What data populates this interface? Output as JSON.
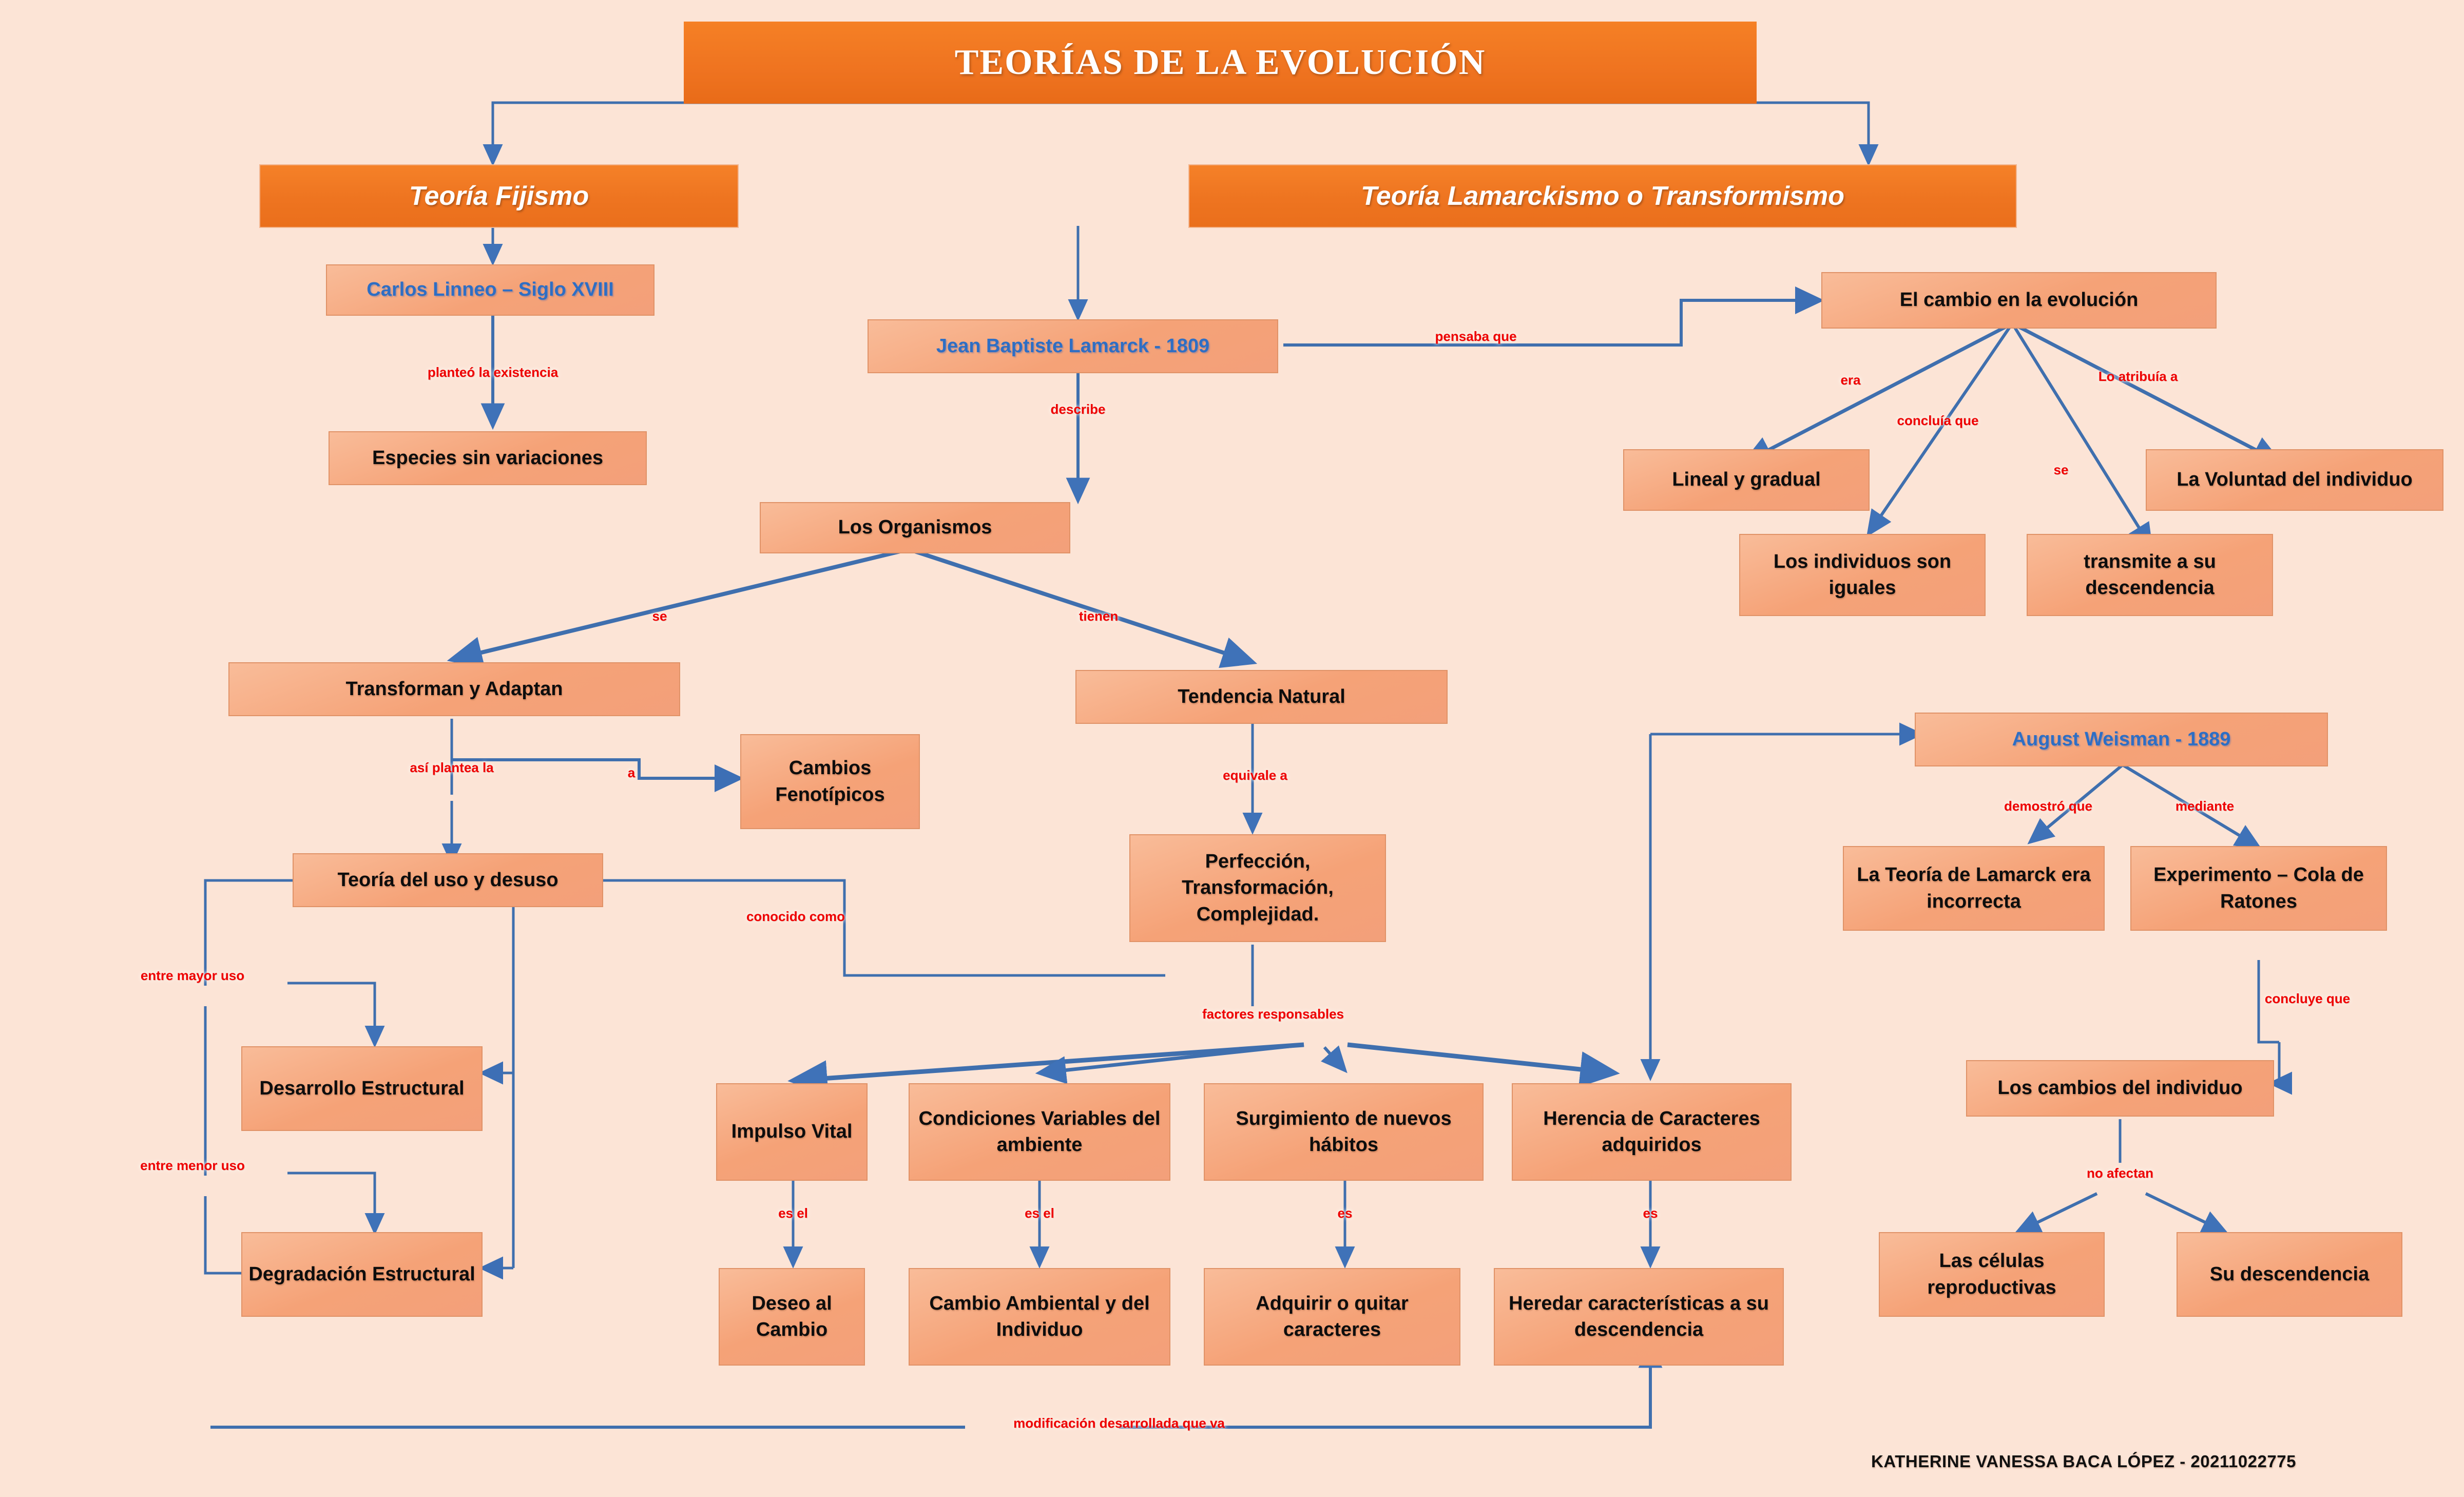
{
  "title": "TEORÍAS DE LA EVOLUCIÓN",
  "theories": {
    "fijismo": "Teoría Fijismo",
    "lamarckismo": "Teoría Lamarckismo o Transformismo"
  },
  "nodes": {
    "carlos_linneo": "Carlos Linneo – Siglo XVIII",
    "especies_sin_variaciones": "Especies sin variaciones",
    "lamarck": "Jean Baptiste Lamarck - 1809",
    "cambio_evolucion": "El cambio en la evolución",
    "lineal_gradual": "Lineal y gradual",
    "individuos_iguales": "Los individuos son iguales",
    "transmite_descendencia": "transmite a su descendencia",
    "voluntad_individuo": "La Voluntad del individuo",
    "los_organismos": "Los Organismos",
    "transforman_adaptan": "Transforman y Adaptan",
    "cambios_fenotipicos": "Cambios Fenotípicos",
    "tendencia_natural": "Tendencia Natural",
    "perfeccion": "Perfección, Transformación, Complejidad.",
    "teoria_uso_desuso": "Teoría del uso y desuso",
    "desarrollo_estructural": "Desarrollo Estructural",
    "degradacion_estructural": "Degradación Estructural",
    "impulso_vital": "Impulso Vital",
    "condiciones_variables": "Condiciones Variables del ambiente",
    "surgimiento_habitos": "Surgimiento de nuevos hábitos",
    "herencia_caracteres": "Herencia de Caracteres adquiridos",
    "deseo_cambio": "Deseo al Cambio",
    "cambio_ambiental": "Cambio Ambiental y del Individuo",
    "adquirir_quitar": "Adquirir o quitar caracteres",
    "heredar_caracteristicas": "Heredar características a su descendencia",
    "weisman": "August Weisman - 1889",
    "lamarck_incorrecta": "La Teoría de Lamarck era incorrecta",
    "experimento_ratones": "Experimento – Cola de Ratones",
    "cambios_individuo": "Los cambios del individuo",
    "celulas_reproductivas": "Las células reproductivas",
    "su_descendencia": "Su descendencia"
  },
  "connector_labels": {
    "planteo_existencia": "planteó la existencia",
    "pensaba_que": "pensaba que",
    "describe": "describe",
    "era": "era",
    "concluia_que": "concluía que",
    "se_transmite": "se",
    "lo_atribuia_a": "Lo atribuía a",
    "se": "se",
    "tienen": "tienen",
    "asi_plantea_la": "así plantea la",
    "a": "a",
    "equivale_a": "equivale a",
    "conocido_como": "conocido como",
    "entre_mayor_uso": "entre mayor uso",
    "entre_menor_uso": "entre menor uso",
    "factores_responsables": "factores responsables",
    "es_el_1": "es el",
    "es_el_2": "es el",
    "es_1": "es",
    "es_2": "es",
    "demostro_que": "demostró que",
    "mediante": "mediante",
    "concluye_que": "concluye que",
    "no_afectan": "no afectan",
    "modificacion_desarrollada": "modificación desarrollada que va"
  },
  "credit": "KATHERINE VANESSA BACA LÓPEZ - 20211022775",
  "colors": {
    "background": "#fce4d6",
    "node_fill": "#f5a277",
    "banner_orange": "#ef7320",
    "connector_blue": "#3f72b8",
    "label_red": "#ee0000",
    "person_blue": "#2e6ec4"
  }
}
